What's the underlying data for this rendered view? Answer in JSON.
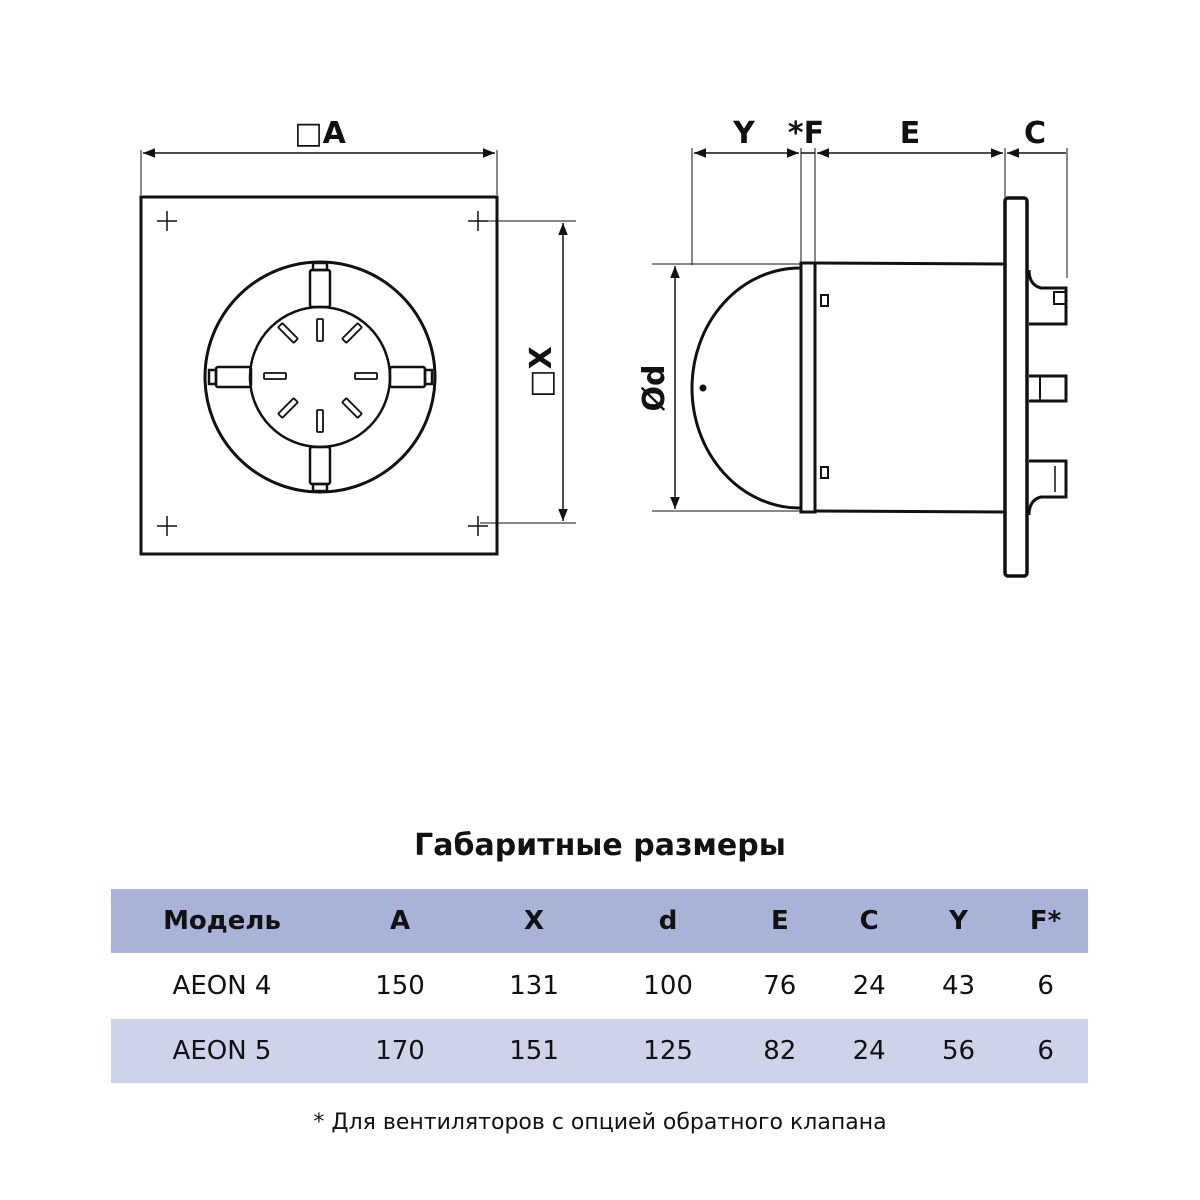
{
  "drawing": {
    "front_labels": {
      "A": "□A",
      "X": "□X"
    },
    "side_labels": {
      "Y": "Y",
      "F": "*F",
      "E": "E",
      "C": "C",
      "d": "Ød"
    }
  },
  "table": {
    "title": "Габаритные размеры",
    "headers": [
      "Модель",
      "A",
      "X",
      "d",
      "E",
      "C",
      "Y",
      "F*"
    ],
    "rows": [
      [
        "AEON 4",
        "150",
        "131",
        "100",
        "76",
        "24",
        "43",
        "6"
      ],
      [
        "AEON 5",
        "170",
        "151",
        "125",
        "82",
        "24",
        "56",
        "6"
      ]
    ],
    "header_color": "#a9b3d7",
    "alt_row_color": "#ced3ea"
  },
  "footnote": "* Для вентиляторов с опцией обратного клапана"
}
